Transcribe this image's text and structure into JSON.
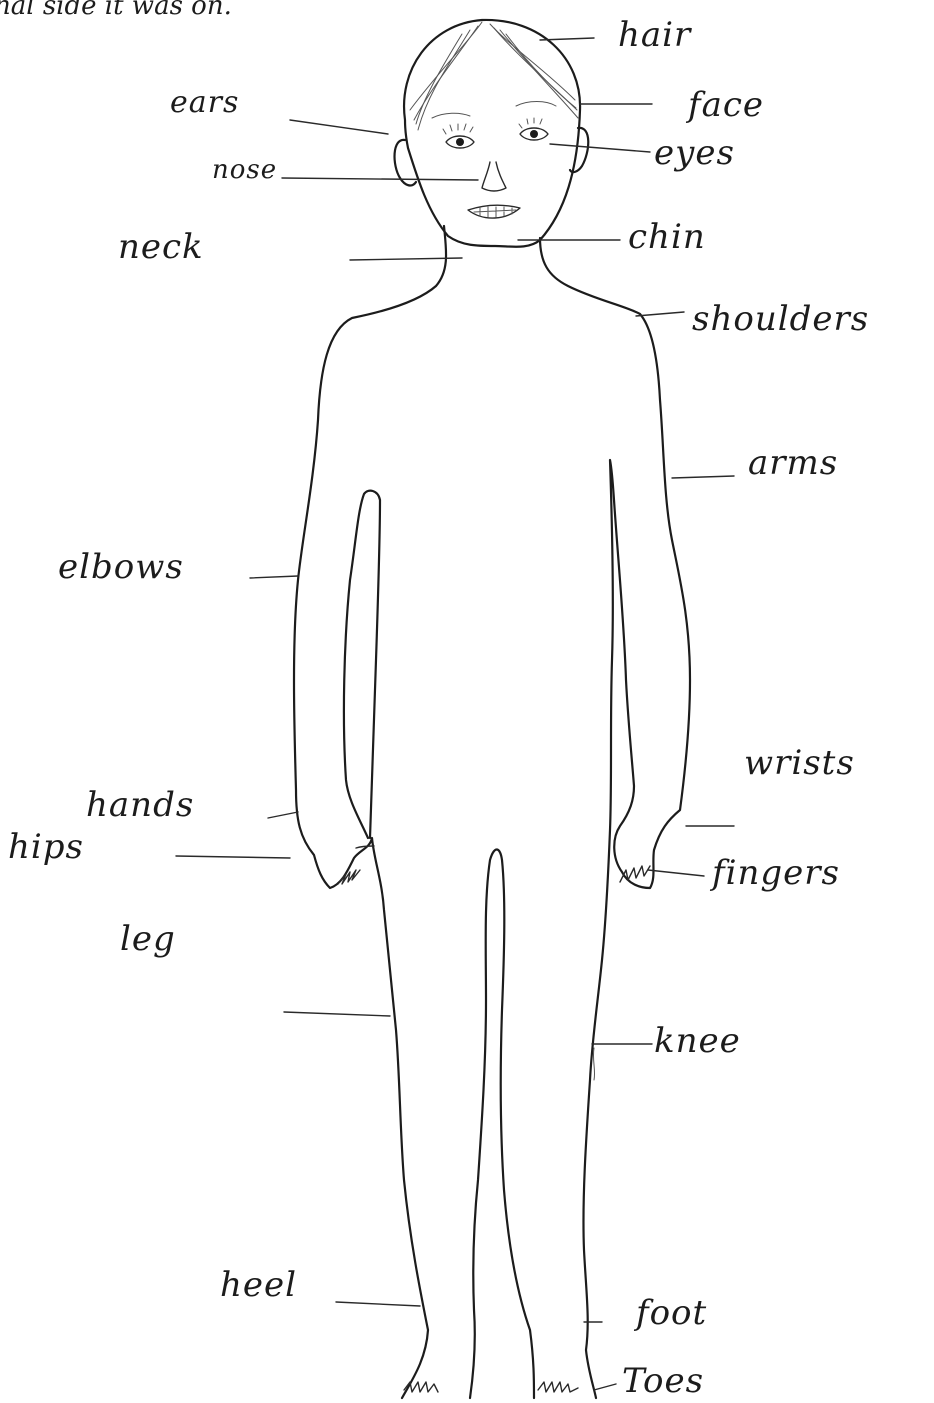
{
  "header_fragment": "nal side it was on.",
  "labels": {
    "hair": "hair",
    "face": "face",
    "ears": "ears",
    "eyes": "eyes",
    "nose": "nose",
    "neck": "neck",
    "chin": "chin",
    "shoulders": "shoulders",
    "arms": "arms",
    "elbows": "elbows",
    "wrists": "wrists",
    "hands": "hands",
    "hips": "hips",
    "fingers": "fingers",
    "leg": "leg",
    "knee": "knee",
    "heel": "heel",
    "foot": "foot",
    "toes": "Toes"
  }
}
